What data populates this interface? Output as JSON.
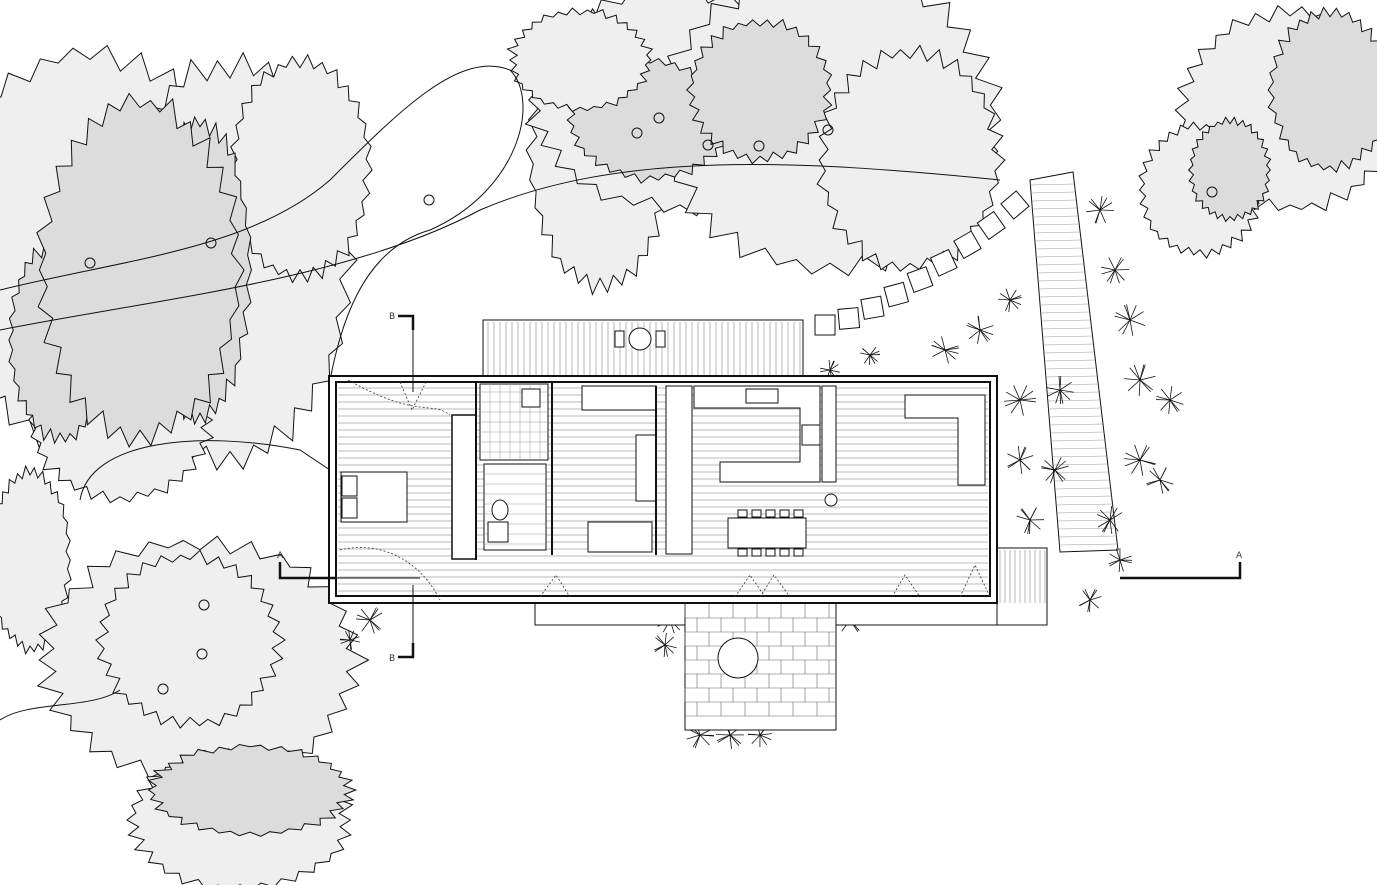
{
  "plan": {
    "section_a_left": "A",
    "section_a_right": "A",
    "section_b_top": "B",
    "section_b_bottom": "B"
  },
  "colors": {
    "tree_canopy": "#efefef",
    "tree_overlap": "#dcdcdc",
    "line": "#111111",
    "floor_hatch": "#777777"
  }
}
